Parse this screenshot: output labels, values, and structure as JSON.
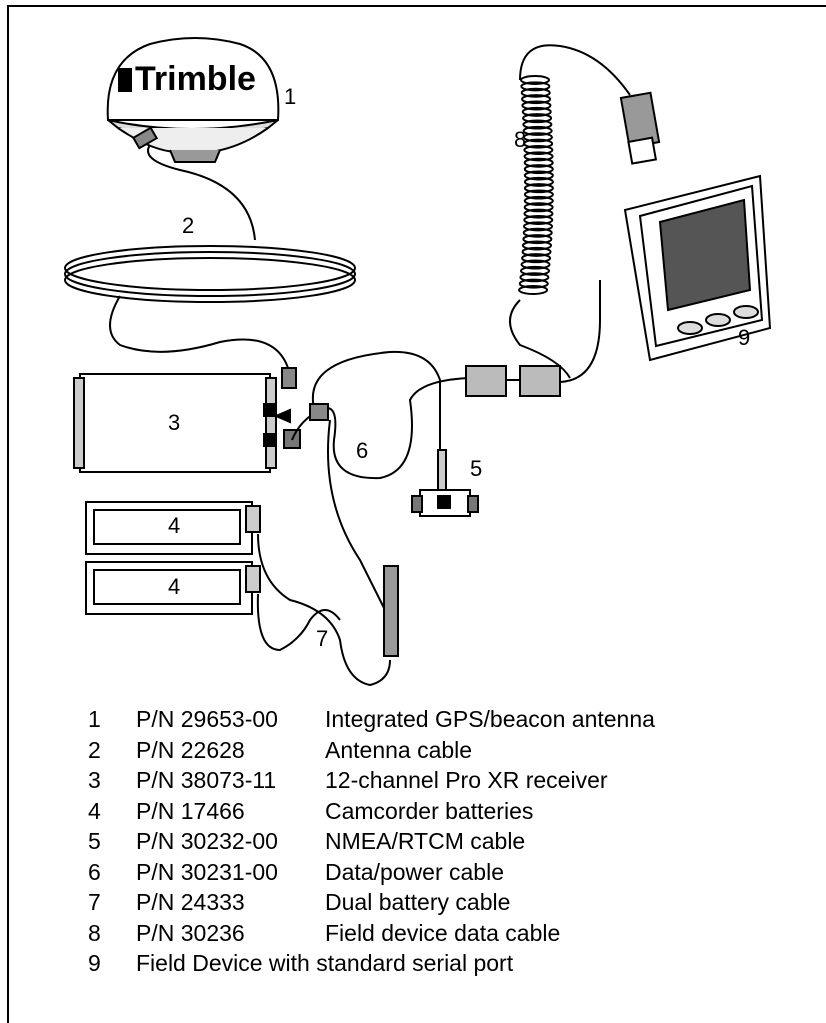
{
  "brand": "Trimble",
  "callouts": [
    "1",
    "2",
    "3",
    "4",
    "4",
    "5",
    "6",
    "7",
    "8",
    "9"
  ],
  "legend": [
    {
      "num": "1",
      "pn": "P/N 29653-00",
      "desc": "Integrated GPS/beacon antenna"
    },
    {
      "num": "2",
      "pn": "P/N 22628",
      "desc": "Antenna cable"
    },
    {
      "num": "3",
      "pn": "P/N 38073-11",
      "desc": "12-channel Pro XR receiver"
    },
    {
      "num": "4",
      "pn": "P/N 17466",
      "desc": "Camcorder batteries"
    },
    {
      "num": "5",
      "pn": "P/N 30232-00",
      "desc": "NMEA/RTCM cable"
    },
    {
      "num": "6",
      "pn": "P/N 30231-00",
      "desc": "Data/power cable"
    },
    {
      "num": "7",
      "pn": "P/N 24333",
      "desc": "Dual battery cable"
    },
    {
      "num": "8",
      "pn": "P/N 30236",
      "desc": "Field device data cable"
    },
    {
      "num": "9",
      "pn": "",
      "desc": "Field Device with standard serial port"
    }
  ]
}
